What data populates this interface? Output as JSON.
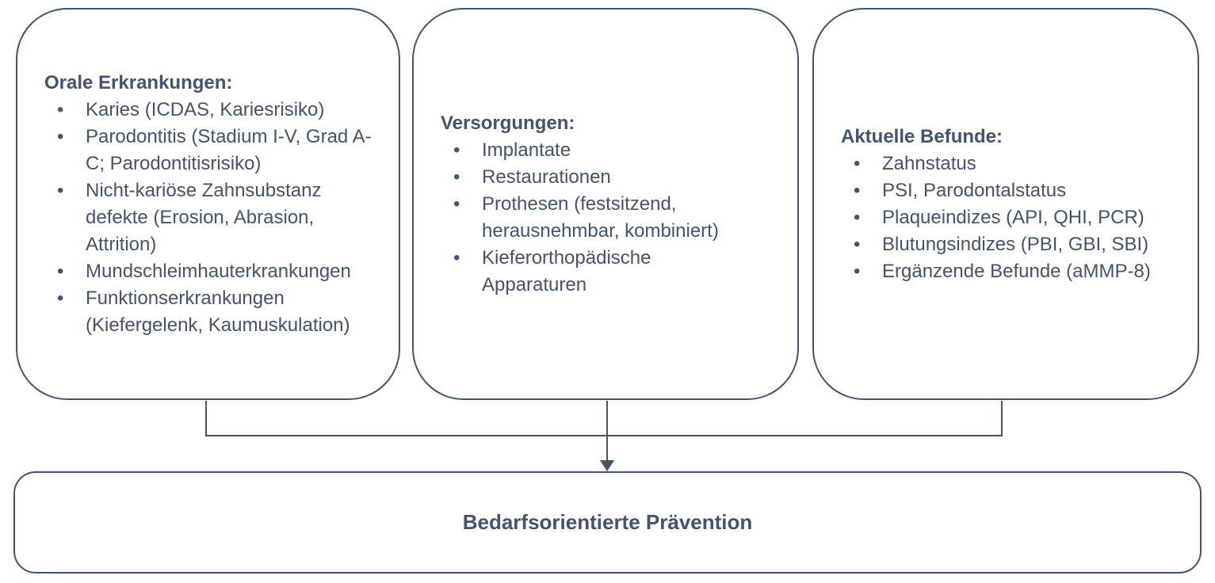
{
  "diagram": {
    "boxes": [
      {
        "title": "Orale Erkrankungen:",
        "items": [
          "Karies (ICDAS, Kariesrisiko)",
          "Parodontitis (Stadium I-V, Grad A-C; Parodontitisrisiko)",
          "Nicht-kariöse Zahnsubstanz defekte (Erosion, Abrasion, Attrition)",
          "Mundschleimhauterkrankungen",
          "Funktionserkrankungen (Kiefergelenk, Kaumuskulation)"
        ]
      },
      {
        "title": "Versorgungen:",
        "items": [
          "Implantate",
          "Restaurationen",
          "Prothesen (festsitzend, herausnehmbar, kombiniert)",
          "Kieferorthopädische Apparaturen"
        ]
      },
      {
        "title": "Aktuelle Befunde:",
        "items": [
          "Zahnstatus",
          "PSI, Parodontalstatus",
          "Plaqueindizes (API, QHI, PCR)",
          "Blutungsindizes (PBI, GBI, SBI)",
          "Ergänzende Befunde (aMMP-8)"
        ]
      }
    ],
    "result": {
      "label": "Bedarfsorientierte Prävention"
    },
    "colors": {
      "line": "#44546A",
      "text": "#44546A",
      "background": "#FFFFFF"
    }
  }
}
